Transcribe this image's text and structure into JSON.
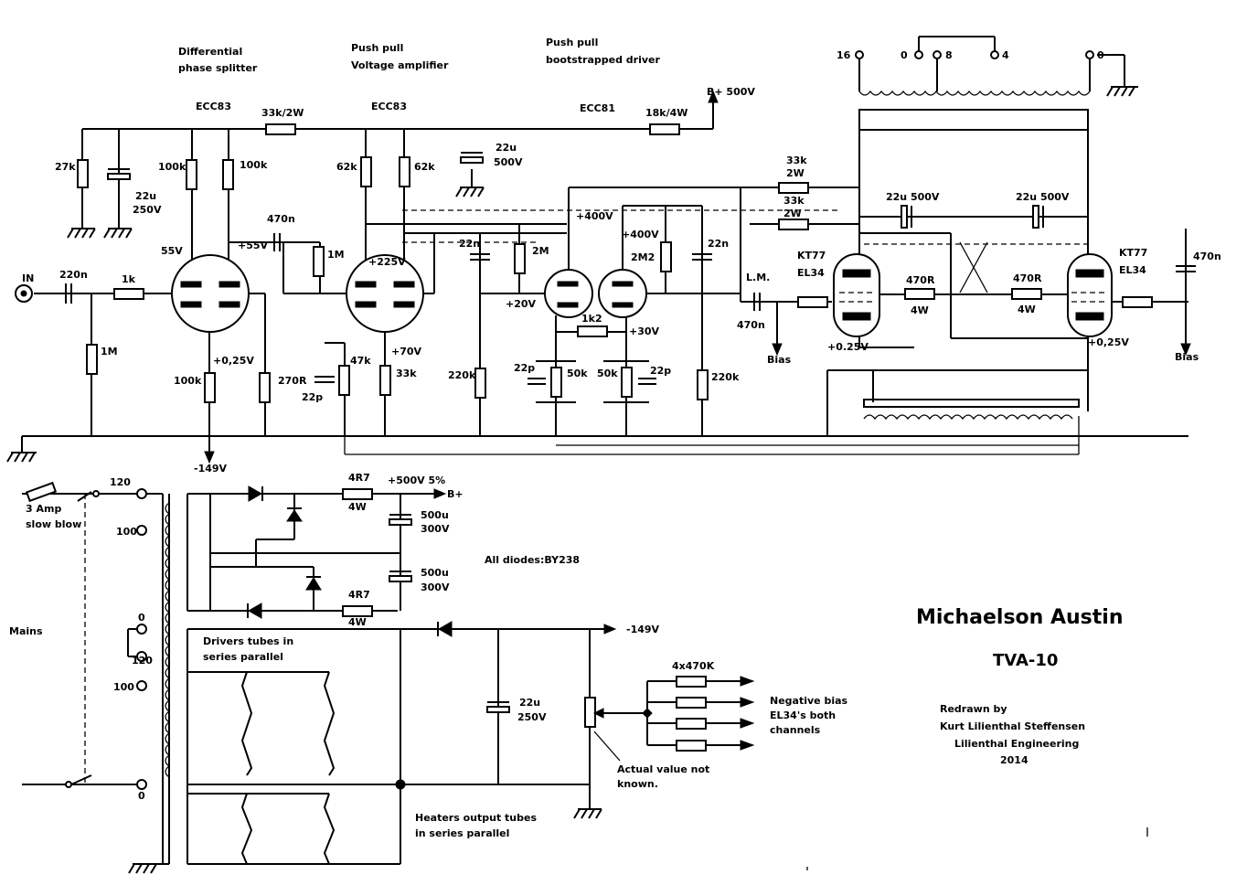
{
  "stages": {
    "s1": [
      "Differential",
      "phase splitter"
    ],
    "s2": [
      "Push pull",
      "Voltage amplifier"
    ],
    "s3": [
      "Push pull",
      "bootstrapped driver"
    ]
  },
  "tubes": {
    "t1": "ECC83",
    "t2": "ECC83",
    "t3": "ECC81",
    "out1": [
      "KT77",
      "EL34"
    ],
    "out2": [
      "KT77",
      "EL34"
    ]
  },
  "rails": {
    "bplus": "B+ 500V",
    "neg": "-149V",
    "neg2": "-149V",
    "psu_out": "+500V 5%",
    "psu_bplus": "B+"
  },
  "input": {
    "label": "IN"
  },
  "transformer_taps": [
    "16",
    "0",
    "8",
    "4",
    "0"
  ],
  "resistors": {
    "r27k": "27k",
    "r33k2w": "33k/2W",
    "r18k4w": "18k/4W",
    "r100k_a": "100k",
    "r100k_b": "100k",
    "r62k_a": "62k",
    "r62k_b": "62k",
    "r1k": "1k",
    "r1m_in": "1M",
    "r1m_b": "1M",
    "r100k_tail": "100k",
    "r270": "270R",
    "r47k": "47k",
    "r33k_tail": "33k",
    "r2m": "2M",
    "r2m2": "2M2",
    "r220k_a": "220k",
    "r220k_b": "220k",
    "r1k2": "1k2",
    "r50k_a": "50k",
    "r50k_b": "50k",
    "r33k_a": [
      "33k",
      "2W"
    ],
    "r33k_b": [
      "33k",
      "2W"
    ],
    "r470_a": [
      "470R",
      "4W"
    ],
    "r470_b": [
      "470R",
      "4W"
    ],
    "r4r7_a": [
      "4R7",
      "4W"
    ],
    "r4r7_b": [
      "4R7",
      "4W"
    ],
    "bias_res": "4x470K"
  },
  "capacitors": {
    "c22u250": [
      "22u",
      "250V"
    ],
    "c22u500": [
      "22u",
      "500V"
    ],
    "c220n": "220n",
    "c470n_a": "470n",
    "c22n_a": "22n",
    "c22n_b": "22n",
    "c22p_a": "22p",
    "c22p_b": "22p",
    "c22p_c": "22p",
    "c22u500_a": "22u 500V",
    "c22u500_b": "22u 500V",
    "c470n_in": "470n",
    "c470n_out": "470n",
    "c500u_a": [
      "500u",
      "300V"
    ],
    "c500u_b": [
      "500u",
      "300V"
    ],
    "c22u250_psu": [
      "22u",
      "250V"
    ]
  },
  "voltages": {
    "v55": "55V",
    "v55p": "+55V",
    "v225": "+225V",
    "v400a": "+400V",
    "v400b": "+400V",
    "v20": "+20V",
    "v30": "+30V",
    "v025a": "+0,25V",
    "v70": "+70V",
    "v025b": "+0.25V",
    "v025c": "+0,25V"
  },
  "misc": {
    "lm": "L.M.",
    "bias_a": "Bias",
    "bias_b": "Bias",
    "fuse": [
      "3 Amp",
      "slow blow"
    ],
    "mains": "Mains",
    "tap120a": "120",
    "tap100a": "100",
    "tap0a": "0",
    "tap120b": "120",
    "tap100b": "100",
    "tap0b": "0",
    "diodes": "All diodes:BY238",
    "drivers": [
      "Drivers tubes in",
      "series parallel"
    ],
    "heaters": [
      "Heaters output tubes",
      "in series parallel"
    ],
    "negbias": [
      "Negative bias",
      "EL34's both",
      "channels"
    ],
    "actual": [
      "Actual value not",
      "known."
    ]
  },
  "title": {
    "main": "Michaelson Austin",
    "model": "TVA-10"
  },
  "credit": [
    "Redrawn by",
    "Kurt Lilienthal Steffensen",
    "Lilienthal Engineering",
    "2014"
  ]
}
